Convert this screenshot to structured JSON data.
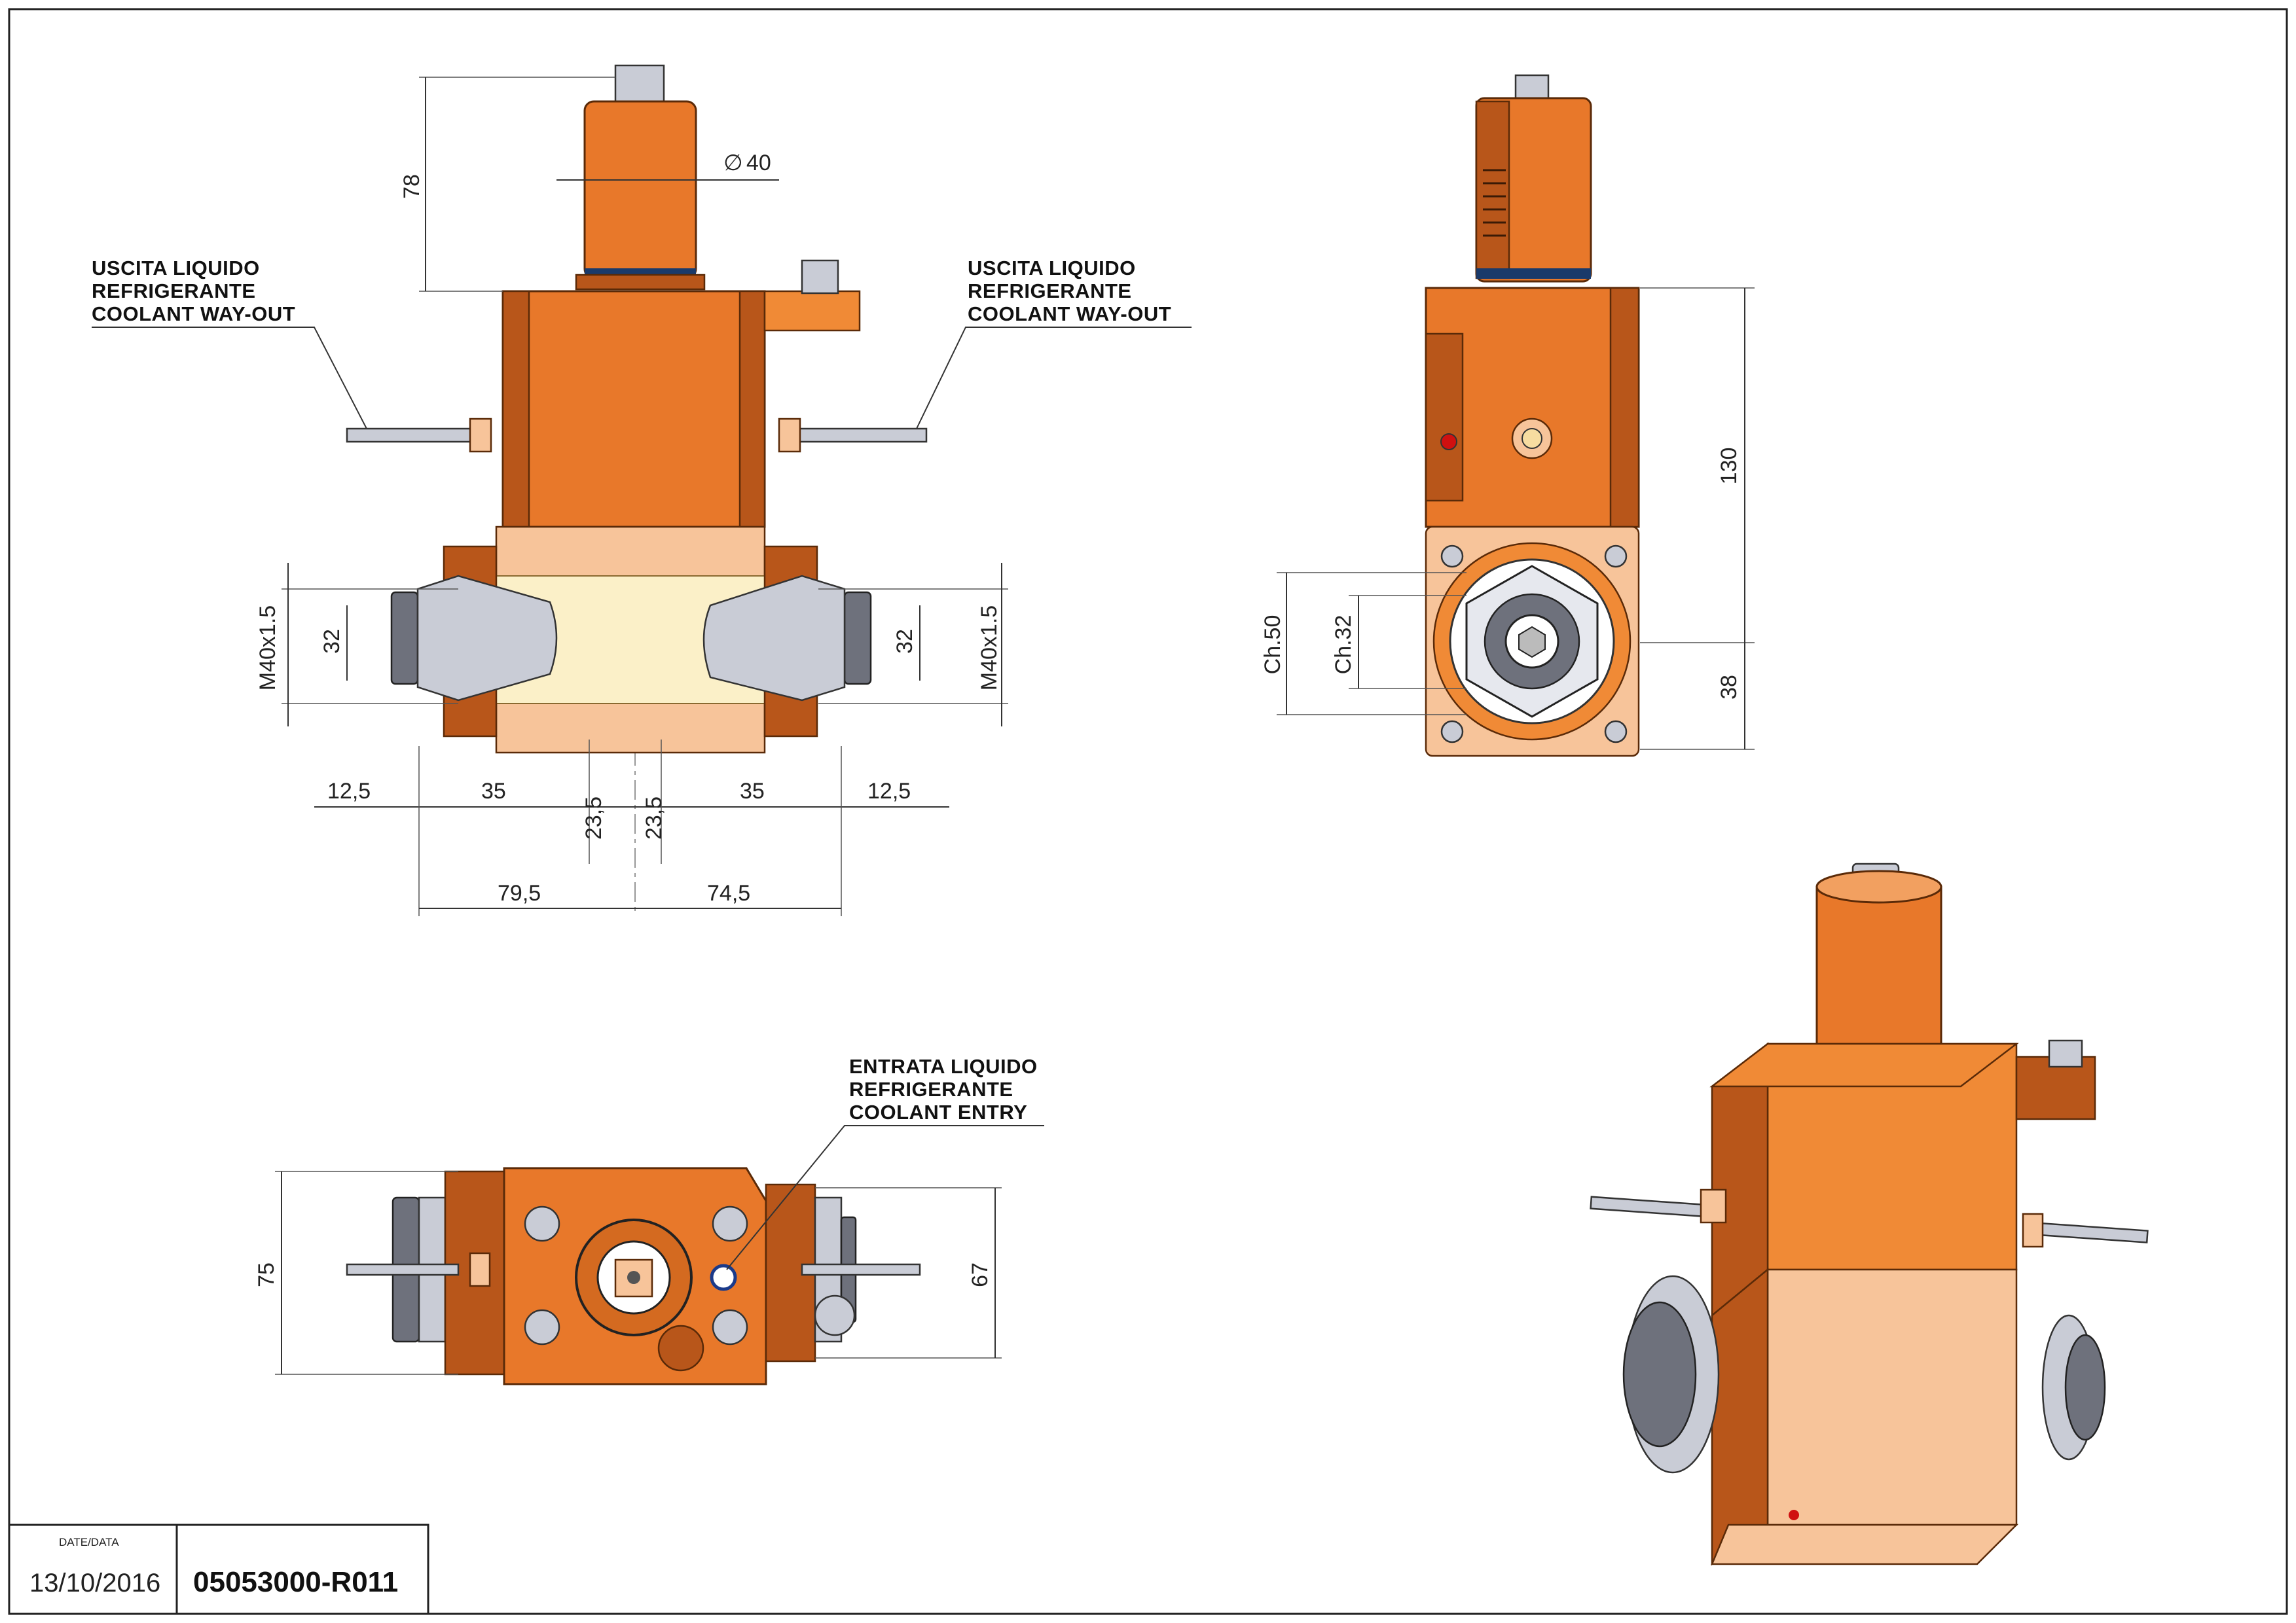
{
  "notes": {
    "coolant_out_left": [
      "USCITA LIQUIDO",
      "REFRIGERANTE",
      "COOLANT WAY-OUT"
    ],
    "coolant_out_right": [
      "USCITA LIQUIDO",
      "REFRIGERANTE",
      "COOLANT WAY-OUT"
    ],
    "coolant_entry": [
      "ENTRATA LIQUIDO",
      "REFRIGERANTE",
      "COOLANT ENTRY"
    ]
  },
  "dimensions": {
    "front_view": {
      "height_top": "78",
      "dia_top": "40",
      "thread_left": "M40x1.5",
      "thread_right": "M40x1.5",
      "dia_left": "32",
      "dia_right": "32",
      "offset_left": "12,5",
      "offset_right": "12,5",
      "depth_left": "35",
      "depth_right": "35",
      "bore_left": "23,5",
      "bore_right": "23,5",
      "width_left": "79,5",
      "width_right": "74,5"
    },
    "side_view": {
      "height_body": "130",
      "height_base": "38",
      "ch_outer": "Ch.50",
      "ch_inner": "Ch.32"
    },
    "top_view": {
      "width_outer": "75",
      "width_inner": "67"
    },
    "symbols": {
      "diameter": "∅"
    }
  },
  "title_block": {
    "date_label": "DATE/DATA",
    "date": "13/10/2016",
    "code": "05053000-R011"
  },
  "colors": {
    "orange": "#e8782a",
    "orange_light": "#f08a36",
    "pink": "#f7c49a",
    "steel": "#c9ccd6"
  }
}
